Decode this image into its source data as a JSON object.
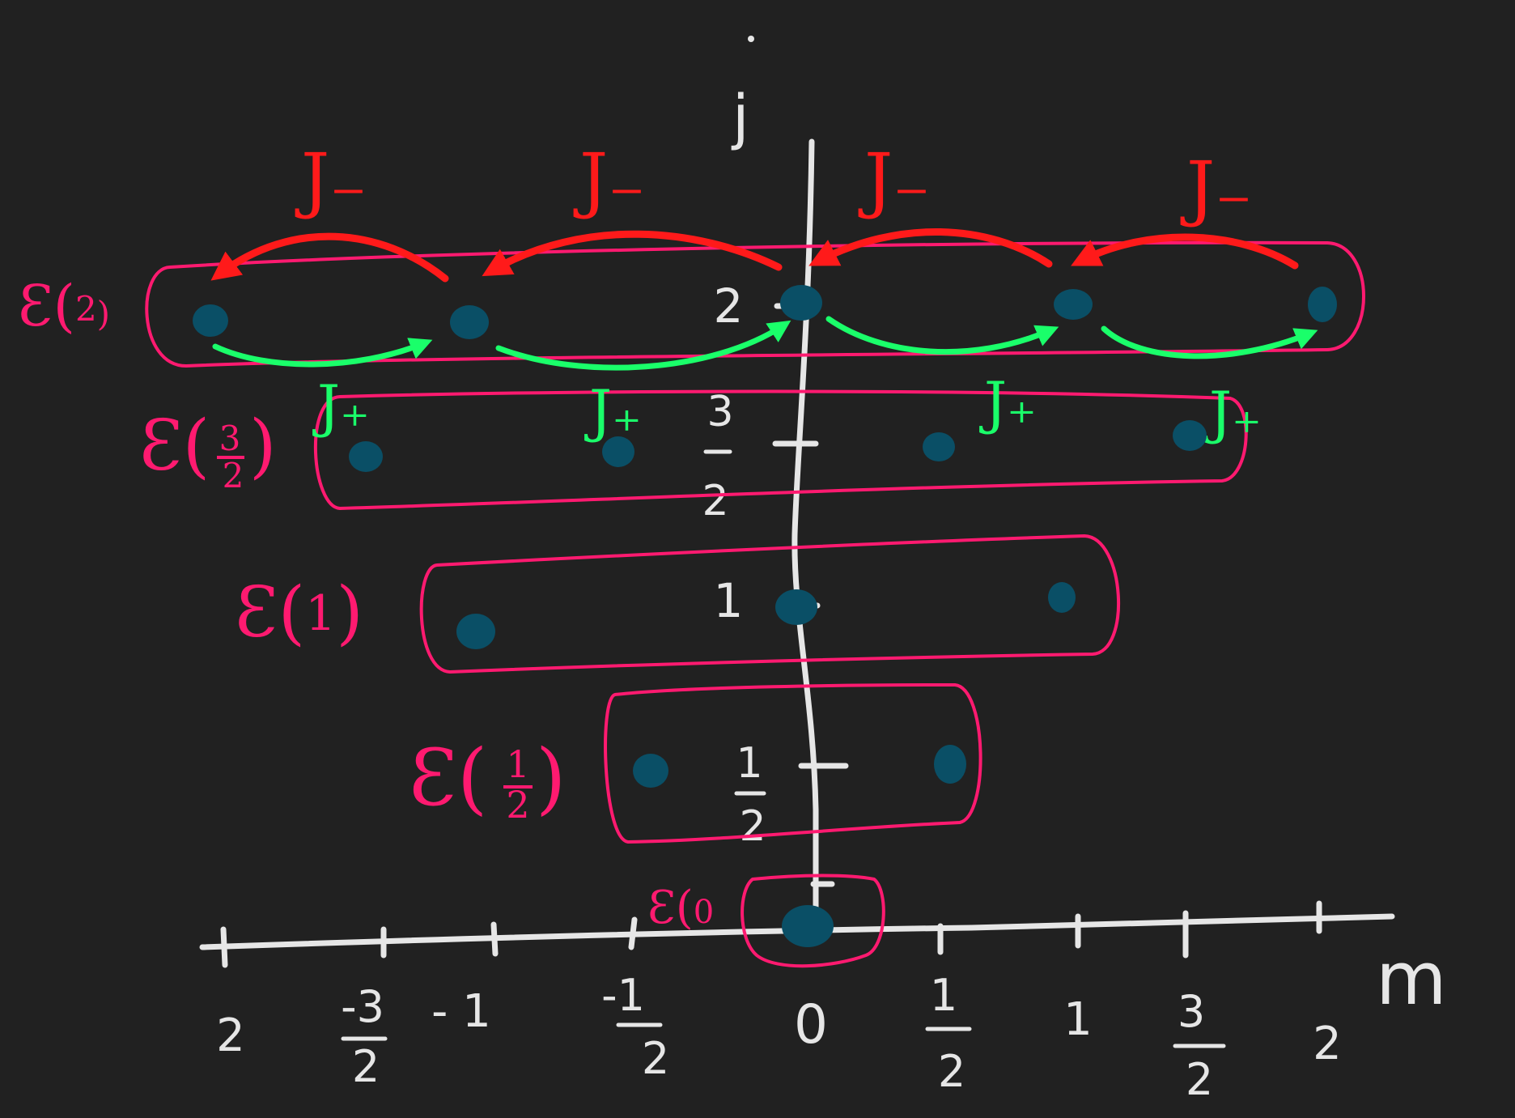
{
  "axes": {
    "vertical_label": "j",
    "horizontal_label": "m",
    "m_ticks": [
      {
        "num": "2",
        "den": ""
      },
      {
        "num": "-3",
        "den": "2"
      },
      {
        "num": "- 1",
        "den": ""
      },
      {
        "num": "-1",
        "den": "2"
      },
      {
        "num": "0",
        "den": ""
      },
      {
        "num": "1",
        "den": "2"
      },
      {
        "num": "1",
        "den": ""
      },
      {
        "num": "3",
        "den": "2"
      },
      {
        "num": "2",
        "den": ""
      }
    ],
    "j_ticks": [
      {
        "num": "2",
        "den": ""
      },
      {
        "num": "3",
        "den": "2"
      },
      {
        "num": "1",
        "den": ""
      },
      {
        "num": "1",
        "den": "2"
      }
    ]
  },
  "subspaces": [
    {
      "prefix": "Ɛ(",
      "num": "2",
      "den": "",
      "suffix": ")",
      "j": 2
    },
    {
      "prefix": "Ɛ(",
      "num": "3",
      "den": "2",
      "suffix": ")",
      "j": 1.5
    },
    {
      "prefix": "Ɛ(",
      "num": "1",
      "den": "",
      "suffix": ")",
      "j": 1
    },
    {
      "prefix": "Ɛ(",
      "num": "1",
      "den": "2",
      "suffix": ")",
      "j": 0.5
    },
    {
      "prefix": "Ɛ(",
      "num": "0",
      "den": "",
      "suffix": "",
      "j": 0
    }
  ],
  "operators": {
    "lowering": "J₋",
    "raising": "J₊"
  },
  "colors": {
    "background": "#212121",
    "axis": "#e6e6e6",
    "subspace_box": "#ff1a70",
    "lowering_arrow": "#ff1a1a",
    "raising_arrow": "#1aff6a",
    "state_dot": "#0a4f66"
  }
}
